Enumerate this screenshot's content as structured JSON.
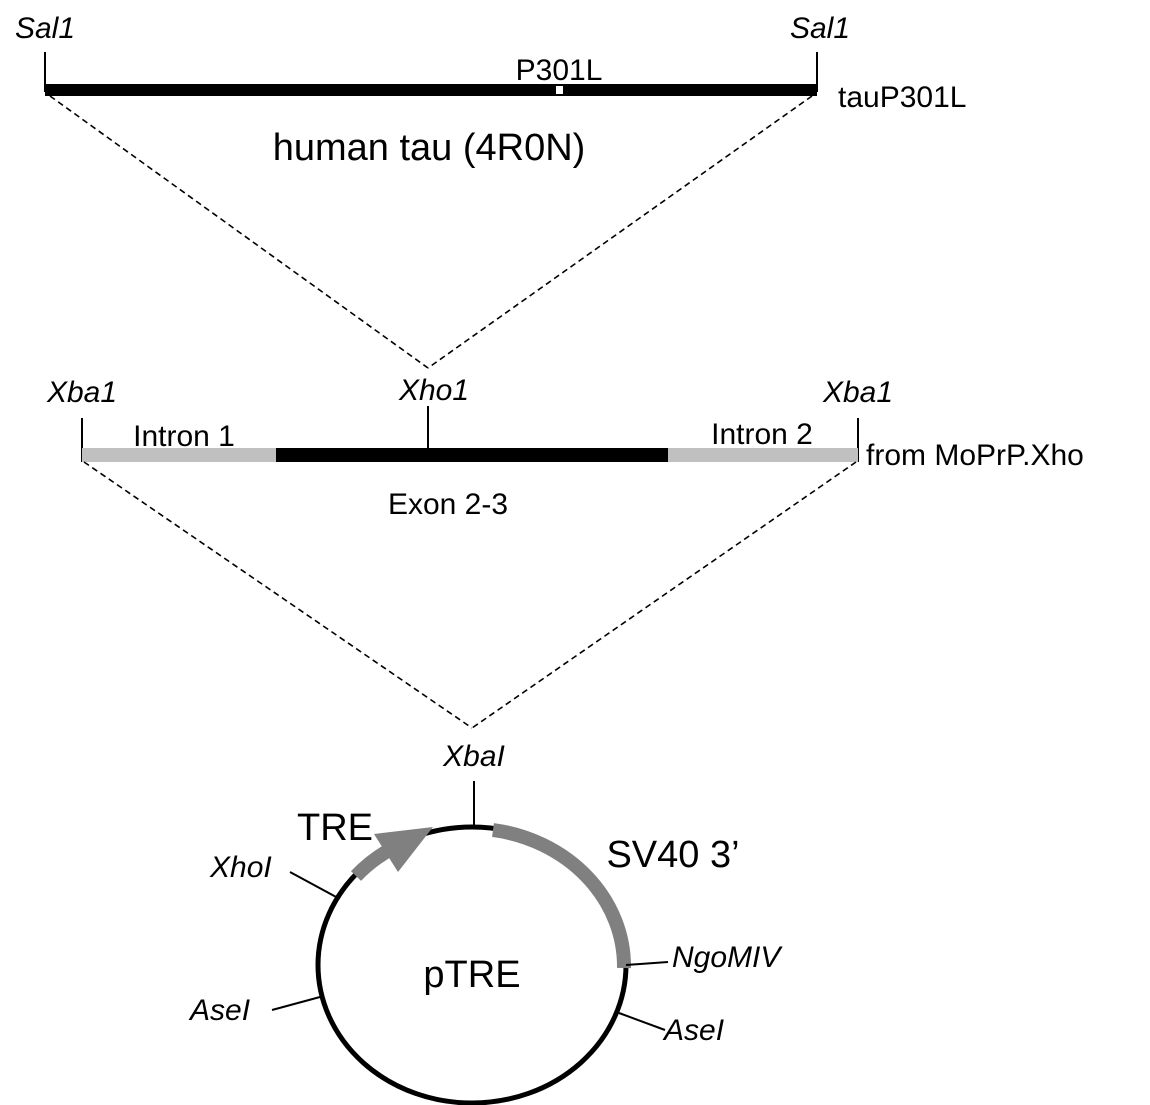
{
  "insert": {
    "left_site": "Sal1",
    "right_site": "Sal1",
    "mutation_label": "P301L",
    "construct_label": "tauP301L",
    "gene_label": "human tau (4R0N)"
  },
  "intermediate": {
    "left_site": "Xba1",
    "middle_site": "Xho1",
    "right_site": "Xba1",
    "intron1_label": "Intron 1",
    "intron2_label": "Intron 2",
    "exon_label": "Exon 2-3",
    "source_label": "from MoPrP.Xho"
  },
  "plasmid": {
    "name": "pTRE",
    "top_site": "XbaI",
    "tre_label": "TRE",
    "sv40_label": "SV40 3’",
    "xhoi_site": "XhoI",
    "ngomiv_site": "NgoMIV",
    "asei_left_site": "AseI",
    "asei_right_site": "AseI"
  },
  "colors": {
    "black": "#000000",
    "intron_gray": "#c0c0c0",
    "feature_gray": "#808080"
  }
}
